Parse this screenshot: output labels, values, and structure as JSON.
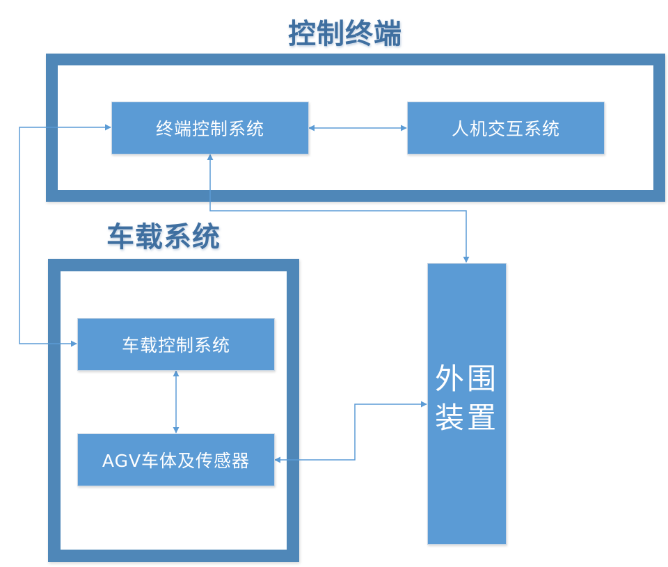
{
  "diagram": {
    "groups": [
      {
        "id": "control-terminal",
        "title": "控制终端",
        "nodes": [
          {
            "id": "terminal-control-system",
            "label": "终端控制系统"
          },
          {
            "id": "hmi-system",
            "label": "人机交互系统"
          }
        ]
      },
      {
        "id": "onboard-system",
        "title": "车载系统",
        "nodes": [
          {
            "id": "onboard-control-system",
            "label": "车载控制系统"
          },
          {
            "id": "agv-body-sensors",
            "label": "AGV车体及传感器"
          }
        ]
      }
    ],
    "peripheral": {
      "id": "peripheral-devices",
      "label_line1": "外围",
      "label_line2": "装置"
    },
    "connections": [
      {
        "from": "terminal-control-system",
        "to": "hmi-system",
        "direction": "bidirectional"
      },
      {
        "from": "terminal-control-system",
        "to": "onboard-control-system",
        "direction": "bidirectional"
      },
      {
        "from": "terminal-control-system",
        "to": "peripheral-devices",
        "direction": "bidirectional"
      },
      {
        "from": "onboard-control-system",
        "to": "agv-body-sensors",
        "direction": "bidirectional"
      },
      {
        "from": "agv-body-sensors",
        "to": "peripheral-devices",
        "direction": "bidirectional"
      }
    ],
    "colors": {
      "frame": "#4f87b8",
      "node_fill": "#5b9bd5",
      "node_text": "#ffffff",
      "title_text": "#3f6fa0",
      "connector": "#5b9bd5"
    }
  }
}
